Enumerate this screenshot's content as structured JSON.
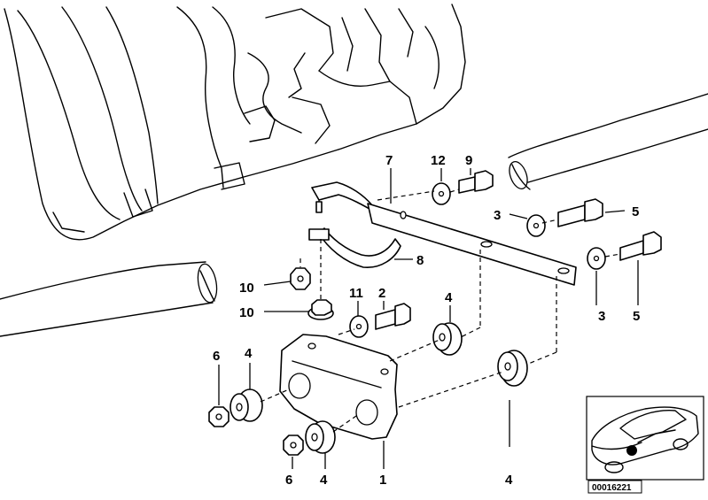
{
  "diagram": {
    "reference_number": "00016221",
    "callouts": [
      {
        "id": "c1",
        "text": "1"
      },
      {
        "id": "c2",
        "text": "2"
      },
      {
        "id": "c3a",
        "text": "3"
      },
      {
        "id": "c3b",
        "text": "3"
      },
      {
        "id": "c4a",
        "text": "4"
      },
      {
        "id": "c4b",
        "text": "4"
      },
      {
        "id": "c4c",
        "text": "4"
      },
      {
        "id": "c4d",
        "text": "4"
      },
      {
        "id": "c5a",
        "text": "5"
      },
      {
        "id": "c5b",
        "text": "5"
      },
      {
        "id": "c6a",
        "text": "6"
      },
      {
        "id": "c6b",
        "text": "6"
      },
      {
        "id": "c7",
        "text": "7"
      },
      {
        "id": "c8",
        "text": "8"
      },
      {
        "id": "c9",
        "text": "9"
      },
      {
        "id": "c10a",
        "text": "10"
      },
      {
        "id": "c10b",
        "text": "10"
      },
      {
        "id": "c11",
        "text": "11"
      },
      {
        "id": "c12",
        "text": "12"
      }
    ]
  }
}
